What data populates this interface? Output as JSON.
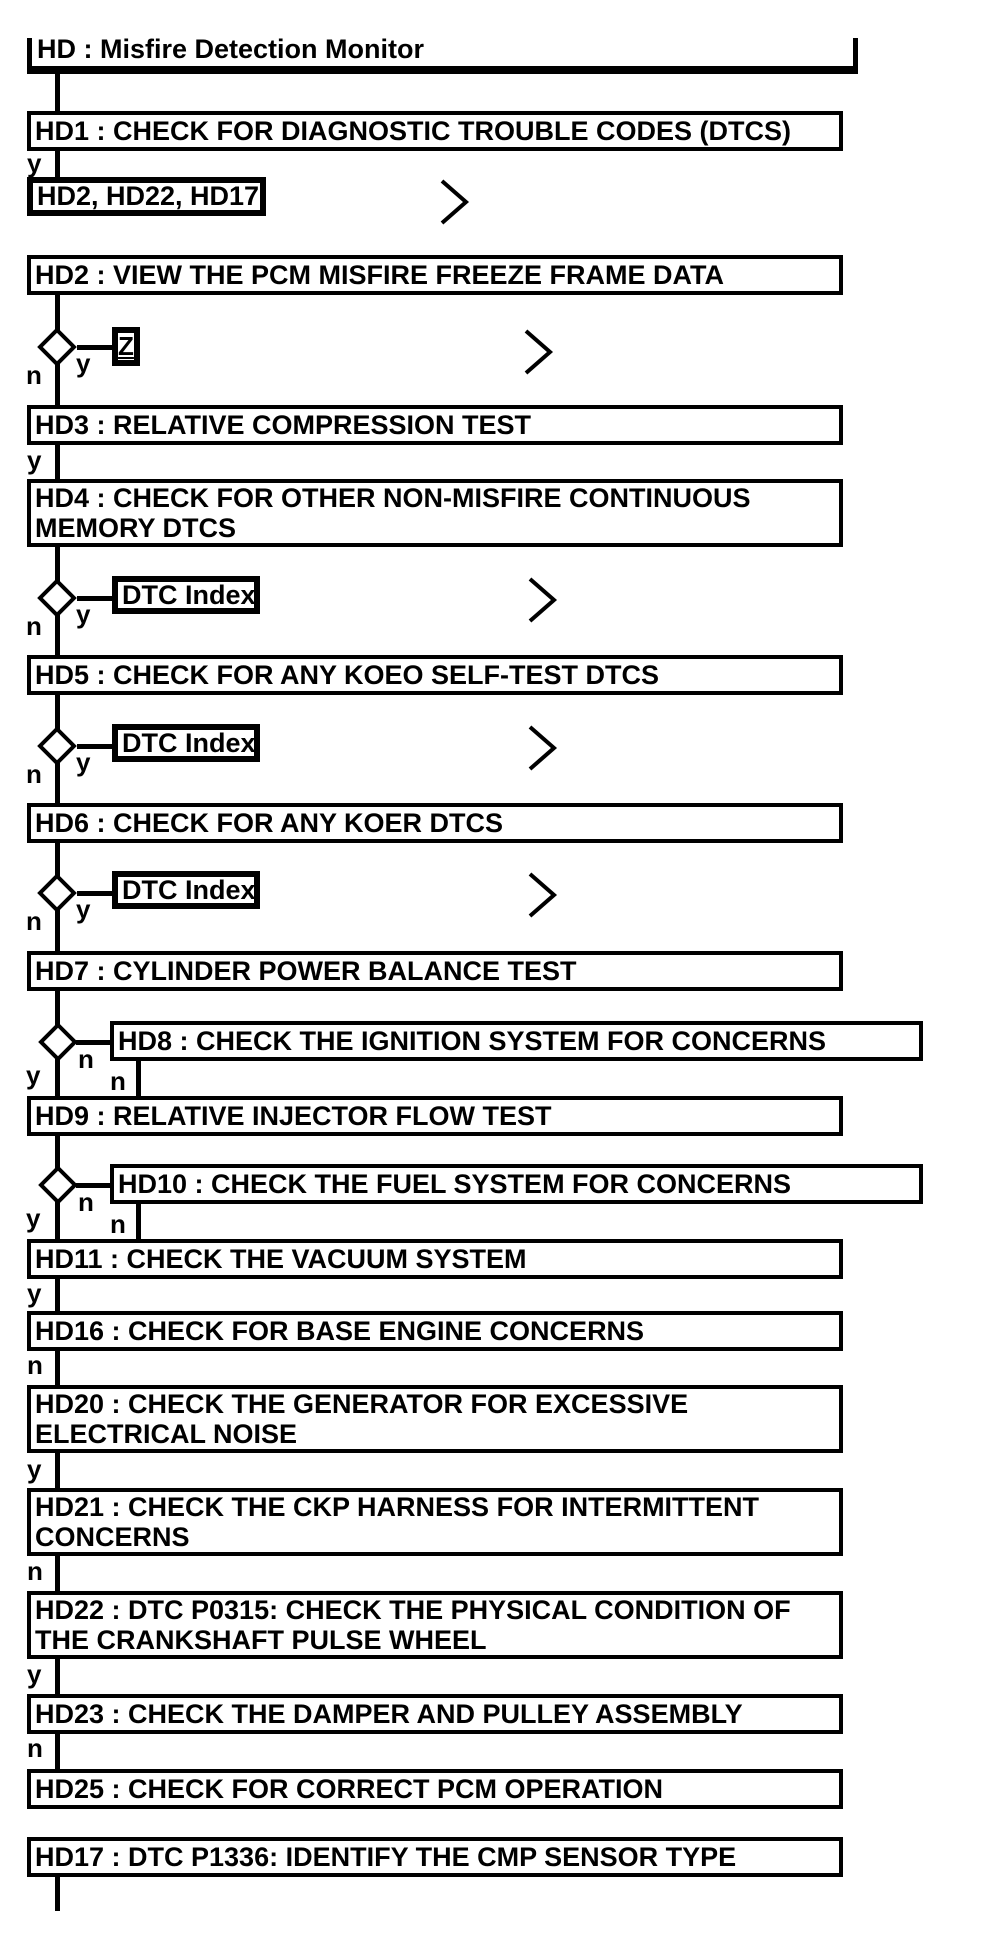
{
  "title": {
    "label": "HD : Misfire Detection Monitor"
  },
  "labels": {
    "yes": "y",
    "no": "n"
  },
  "links": {
    "hd1_targets": "HD2, HD22, HD17",
    "z": "Z",
    "dtc_index": "DTC Index"
  },
  "nodes": {
    "hd1": "HD1 : CHECK FOR DIAGNOSTIC TROUBLE CODES (DTCS)",
    "hd2": "HD2 : VIEW THE PCM MISFIRE FREEZE FRAME DATA",
    "hd3": "HD3 : RELATIVE COMPRESSION TEST",
    "hd4": "HD4 : CHECK FOR OTHER NON-MISFIRE CONTINUOUS MEMORY DTCS",
    "hd5": "HD5 : CHECK FOR ANY KOEO SELF-TEST DTCS",
    "hd6": "HD6 : CHECK FOR ANY KOER DTCS",
    "hd7": "HD7 : CYLINDER POWER BALANCE TEST",
    "hd8": "HD8 : CHECK THE IGNITION SYSTEM FOR CONCERNS",
    "hd9": "HD9 : RELATIVE INJECTOR FLOW TEST",
    "hd10": "HD10 : CHECK THE FUEL SYSTEM FOR CONCERNS",
    "hd11": "HD11 : CHECK THE VACUUM SYSTEM",
    "hd16": "HD16 : CHECK FOR BASE ENGINE CONCERNS",
    "hd20": "HD20 : CHECK THE GENERATOR FOR EXCESSIVE ELECTRICAL NOISE",
    "hd21": "HD21 : CHECK THE CKP HARNESS FOR INTERMITTENT CONCERNS",
    "hd22": "HD22 : DTC P0315: CHECK THE PHYSICAL CONDITION OF THE CRANKSHAFT PULSE WHEEL",
    "hd23": "HD23 : CHECK THE DAMPER AND PULLEY ASSEMBLY",
    "hd25": "HD25 : CHECK FOR CORRECT PCM OPERATION",
    "hd17": "HD17 : DTC P1336: IDENTIFY THE CMP SENSOR TYPE"
  },
  "colors": {
    "ink": "#000000",
    "background": "#ffffff"
  }
}
